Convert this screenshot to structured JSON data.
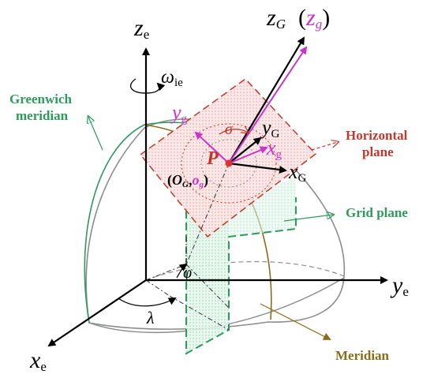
{
  "labels": {
    "z_e": "z",
    "z_e_sub": "e",
    "y_e": "y",
    "y_e_sub": "e",
    "x_e": "x",
    "x_e_sub": "e",
    "z_G": "z",
    "z_G_sub": "G",
    "z_g": "z",
    "z_g_sub": "g",
    "y_G": "y",
    "y_G_sub": "G",
    "x_G": "x",
    "x_G_sub": "G",
    "y_g": "y",
    "y_g_sub": "g",
    "x_g": "x",
    "x_g_sub": "g",
    "omega": "ω",
    "omega_sub": "ie",
    "sigma": "σ",
    "phi": "φ",
    "lambda": "λ",
    "point_P": "P",
    "origin_open": "(",
    "origin_OG": "O",
    "origin_OG_sub": "G",
    "origin_comma": ",",
    "origin_og": "o",
    "origin_og_sub": "g",
    "origin_close": ")",
    "greenwich_line1": "Greenwich",
    "greenwich_line2": "meridian",
    "horizontal_line1": "Horizontal",
    "horizontal_line2": "plane",
    "grid_plane": "Grid plane",
    "meridian": "Meridian"
  },
  "colors": {
    "green": "#2e9a5c",
    "brown_meridian": "#8a6d1a",
    "red_plane": "#c0392b",
    "magenta": "#cc33cc",
    "black": "#000000",
    "gray": "#8c8c8c",
    "pink_fill": "#f7d6d6",
    "green_fill": "#d8f0e2"
  }
}
